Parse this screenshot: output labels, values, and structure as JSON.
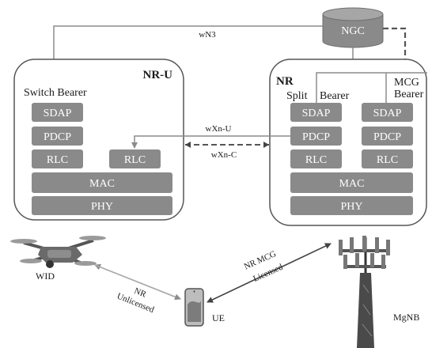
{
  "core": {
    "label": "NGC"
  },
  "links": {
    "wn3": "wN3",
    "wxn_u": "wXn-U",
    "wxn_c": "wXn-C",
    "nr_unlicensed": [
      "NR",
      "Unlicensed"
    ],
    "nr_mcg_licensed": [
      "NR MCG",
      "Licensed"
    ]
  },
  "nr_u_node": {
    "title": "NR-U",
    "bearer_label": "Switch Bearer",
    "stack": [
      "SDAP",
      "PDCP",
      "RLC"
    ],
    "extra_rlc": "RLC",
    "shared_layers": [
      "MAC",
      "PHY"
    ]
  },
  "nr_node": {
    "title": "NR",
    "split_label": [
      "Split",
      "Bearer"
    ],
    "mcg_label": [
      "MCG",
      "Bearer"
    ],
    "split_stack": [
      "SDAP",
      "PDCP",
      "RLC"
    ],
    "mcg_stack": [
      "SDAP",
      "PDCP",
      "RLC"
    ],
    "shared_layers": [
      "MAC",
      "PHY"
    ]
  },
  "devices": {
    "wid": "WID",
    "ue": "UE",
    "mgnb": "MgNB"
  },
  "colors": {
    "layer_fill": "#8a8a8a",
    "line": "#8c8c8c",
    "dashed": "#555555",
    "accent_dark": "#555555"
  }
}
